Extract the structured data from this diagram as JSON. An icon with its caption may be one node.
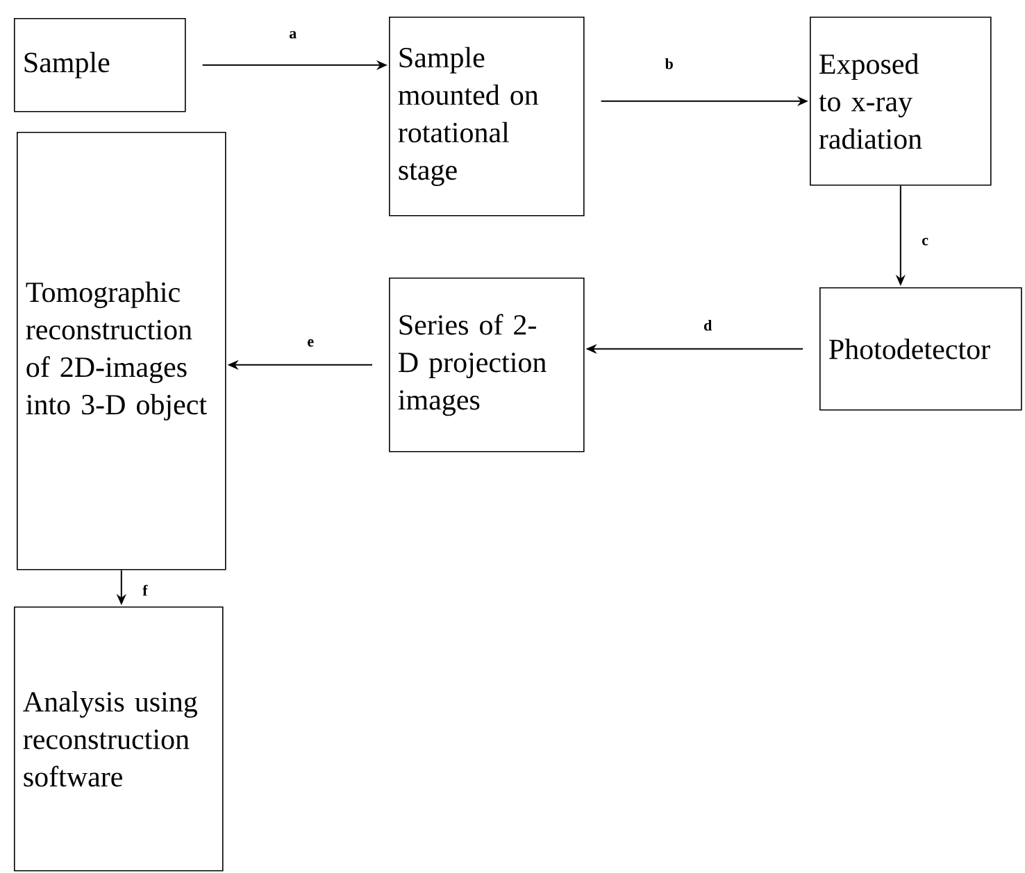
{
  "diagram": {
    "nodes": [
      {
        "text": [
          "Sample"
        ]
      },
      {
        "text": [
          "Sample mounted on rotational stage"
        ]
      },
      {
        "text": [
          "Exposed to x-ray radiation"
        ]
      },
      {
        "text": [
          "Photodetector"
        ]
      },
      {
        "text": [
          "Series of 2-D projection images"
        ]
      },
      {
        "text": [
          "Tomographic reconstruction of 2D-images into 3-D object"
        ]
      },
      {
        "text": [
          "Analysis using reconstruction software"
        ]
      }
    ],
    "edges": [
      {
        "from": 0,
        "to": 1,
        "arrow": "to",
        "label": "a"
      },
      {
        "from": 1,
        "to": 2,
        "arrow": "to",
        "label": "b"
      },
      {
        "from": 2,
        "to": 3,
        "arrow": "to",
        "label": "c"
      },
      {
        "from": 3,
        "to": 4,
        "arrow": "to",
        "label": "d"
      },
      {
        "from": 4,
        "to": 5,
        "arrow": "to",
        "label": "e"
      },
      {
        "from": 5,
        "to": 6,
        "arrow": "to",
        "label": "f"
      }
    ]
  }
}
